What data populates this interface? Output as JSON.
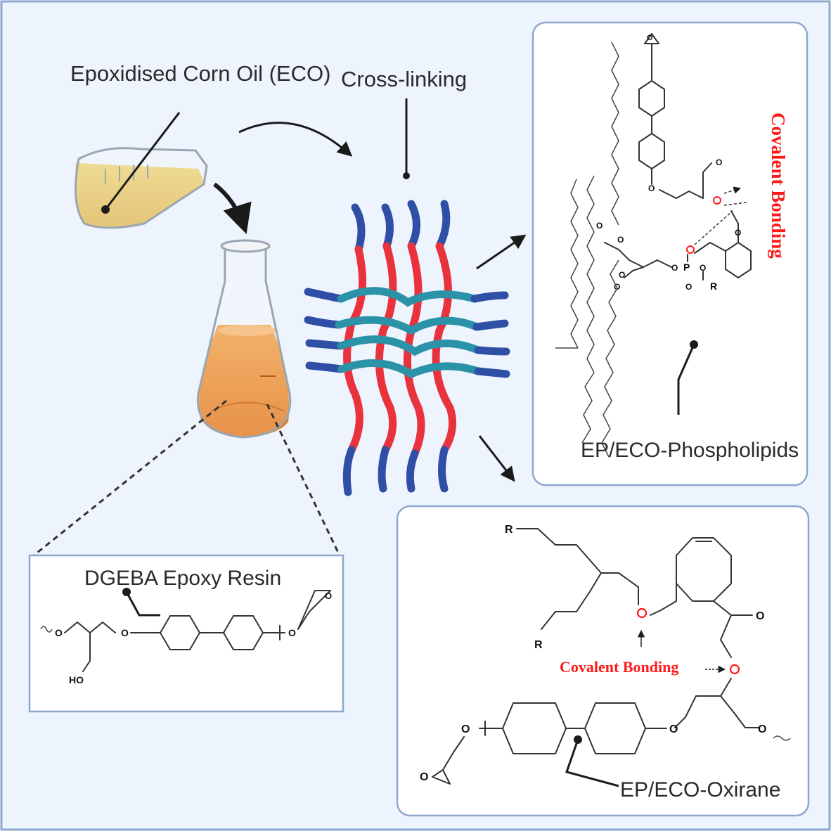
{
  "labels": {
    "eco": "Epoxidised Corn Oil (ECO)",
    "crosslinking": "Cross-linking",
    "dgeba": "DGEBA Epoxy Resin",
    "phospholipids": "EP/ECO-Phospholipids",
    "oxirane": "EP/ECO-Oxirane",
    "covalent_vertical": "Covalent Bonding",
    "covalent_horizontal": "Covalent Bonding"
  },
  "atoms": {
    "O": "O",
    "R": "R",
    "P": "P",
    "HO": "HO"
  },
  "colors": {
    "background": "#eef4fd",
    "panel_border": "#8ea7cf",
    "red_chain": "#e8333f",
    "blue_chain": "#2f4fa6",
    "teal_chain": "#2a93a8",
    "oil_yellow": "#e3b437",
    "oil_orange": "#e88a2c",
    "covalent_red": "#ff1a1a"
  }
}
